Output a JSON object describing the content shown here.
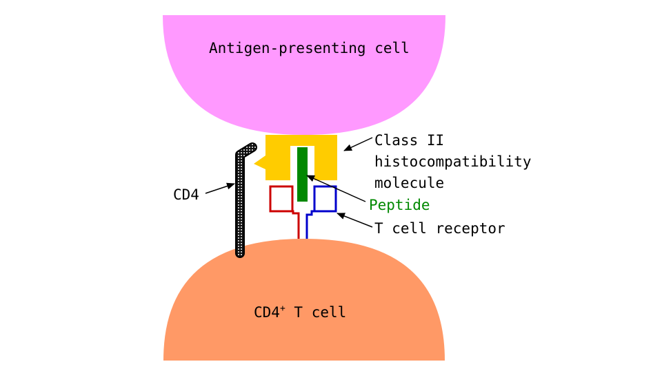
{
  "labels": {
    "apc": "Antigen-presenting cell",
    "tcell_prefix": "CD4",
    "tcell_sup": "+",
    "tcell_suffix": " T cell",
    "cd4": "CD4",
    "mhc_line1": "Class II",
    "mhc_line2": "histocompatibility",
    "mhc_line3": "molecule",
    "peptide": "Peptide",
    "tcr": "T cell receptor"
  },
  "colors": {
    "apc": "#ff99ff",
    "tcell": "#ff9966",
    "mhc": "#ffcc00",
    "peptide": "#008800",
    "peptide_label": "#008800",
    "tcr_alpha": "#cc0000",
    "tcr_beta": "#0000cc",
    "cd4": "#333333",
    "text": "#000000"
  }
}
